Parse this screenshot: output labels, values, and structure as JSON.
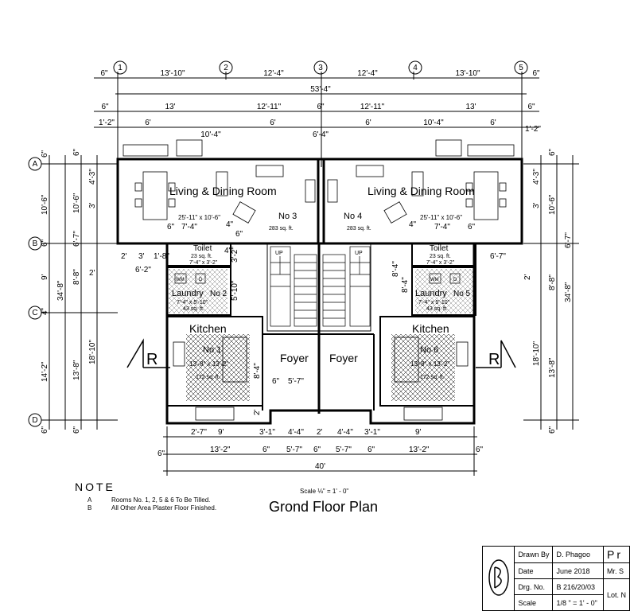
{
  "grid": {
    "columns": [
      "1",
      "2",
      "3",
      "4",
      "5"
    ],
    "rows": [
      "A",
      "B",
      "C",
      "D"
    ]
  },
  "dims": {
    "top1": [
      "6\"",
      "13'-10\"",
      "12'-4\"",
      "12'-4\"",
      "13'-10\"",
      "6\""
    ],
    "top_total": "53'-4\"",
    "top2": [
      "6\"",
      "13'",
      "12'-11\"",
      "6\"",
      "12'-11\"",
      "13'",
      "6\""
    ],
    "top3": [
      "1'-2\"",
      "6'",
      "10'-4\"",
      "6'",
      "6'-4\"",
      "6'",
      "10'-4\"",
      "6'",
      "1'-2\""
    ],
    "left_outer": [
      "6\"",
      "10'-6\"",
      "6\"",
      "9'",
      "4\"",
      "14'-2\"",
      "6\""
    ],
    "left_mid": [
      "6\"",
      "10'-6\"",
      "6'-7\"",
      "8'-8\"",
      "13'-8\"",
      "6\""
    ],
    "left_total": "34'-8\"",
    "left_inner": [
      "4'-3\"",
      "3'",
      "18'-10\""
    ],
    "right_outer": [
      "6\"",
      "10'-6\"",
      "6'-7\"",
      "8'-8\"",
      "13'-8\"",
      "6\""
    ],
    "right_total": "34'-8\"",
    "right_inner": [
      "4'-3\"",
      "3'",
      "18'-10\""
    ],
    "bottom1": [
      "2'-7\"",
      "9'",
      "3'-1\"",
      "4'-4\"",
      "2'",
      "4'-4\"",
      "3'-1\"",
      "9'"
    ],
    "bottom2": [
      "6\"",
      "13'-2\"",
      "6\"",
      "5'-7\"",
      "6\"",
      "5'-7\"",
      "6\"",
      "13'-2\"",
      "6\""
    ],
    "bottom_total": "40'",
    "interior": [
      "7'-4\"",
      "4\"",
      "7'-4\"",
      "4\"",
      "6\"",
      "6\"",
      "2'",
      "3'",
      "1'-8\"",
      "6'-2\"",
      "6'-7\"",
      "3'-2\"",
      "4\"",
      "5'-10\"",
      "8'-4\"",
      "8'-4\"",
      "2'",
      "2'",
      "8'-4\"",
      "6\"",
      "5'-7\"",
      "2'",
      "6\""
    ]
  },
  "rooms": {
    "living_left": "Living & Dining Room",
    "living_right": "Living & Dining Room",
    "living_size": "25'-11\" x 10'-6\"",
    "no3": "No 3",
    "no4": "No 4",
    "area_no3": "283 sq. ft.",
    "area_no4": "283 sq. ft.",
    "toilet": "Toilet",
    "toilet_area": "23 sq. ft.",
    "toilet_size": "7'-4\" x 3'-2\"",
    "laundry_left": "Laundry",
    "laundry_right": "Laundry",
    "no2": "No 2",
    "no5": "No 5",
    "laundry_size": "7'-4\" x 5'-10\"",
    "laundry_area": "43 sq. ft.",
    "kitchen": "Kitchen",
    "no1": "No 1",
    "no6": "No 6",
    "kitchen_size": "13'-8\" x 13'-2\"",
    "kitchen_area": "172 sq. ft.",
    "foyer": "Foyer",
    "up": "UP",
    "r": "R",
    "wm": "WM",
    "d": "D"
  },
  "note": {
    "title": "NOTE",
    "items": [
      {
        "key": "A",
        "text": "Rooms No. 1, 2, 5 & 6 To Be Tilled."
      },
      {
        "key": "B",
        "text": "All Other Area Plaster Floor Finished."
      }
    ]
  },
  "scale_text": "Scale ⅛\" = 1' - 0\"",
  "plan_title": "Grond Floor Plan",
  "title_block": {
    "drawn_by_label": "Drawn By",
    "drawn_by": "D. Phagoo",
    "date_label": "Date",
    "date": "June   2018",
    "drg_label": "Drg. No.",
    "drg": "B 216/20/03",
    "scale_label": "Scale",
    "scale": "1/8 \" = 1' - 0\"",
    "project_label": "Pr",
    "client": "Mr. S",
    "lot": "Lot. N"
  }
}
